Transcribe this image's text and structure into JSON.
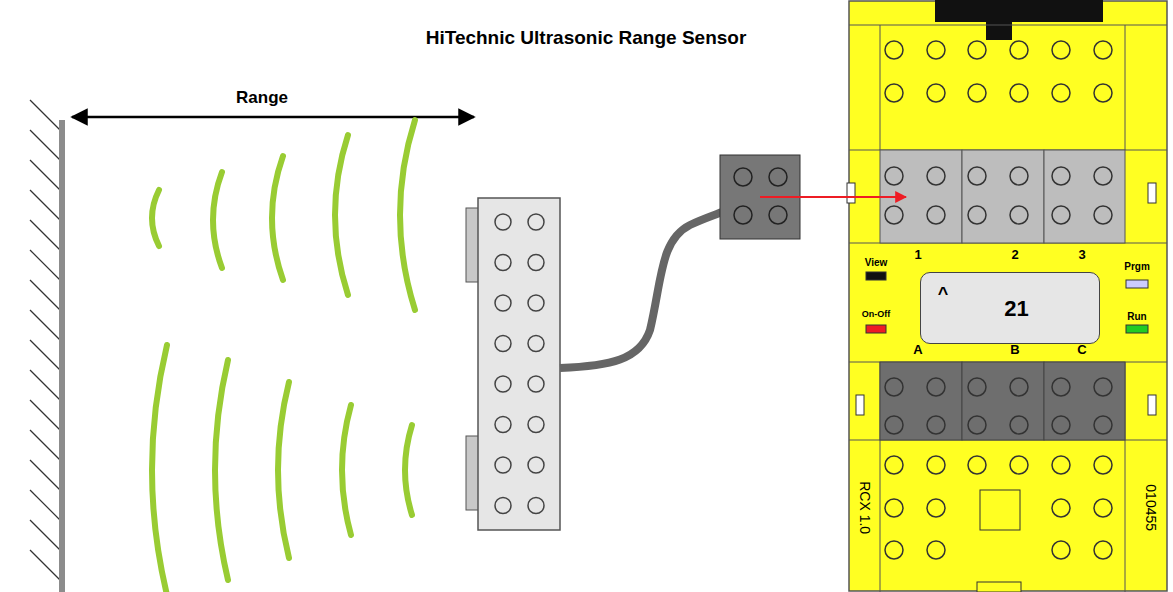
{
  "diagram": {
    "title": "HiTechnic Ultrasonic Range Sensor",
    "nodes": [
      {
        "text": [
          "^",
          "21"
        ]
      }
    ],
    "labels": [
      "Range",
      "View",
      "On-Off",
      "Prgm",
      "Run",
      "1",
      "2",
      "3",
      "A",
      "B",
      "C",
      "RCX 1.0",
      "010455"
    ]
  }
}
